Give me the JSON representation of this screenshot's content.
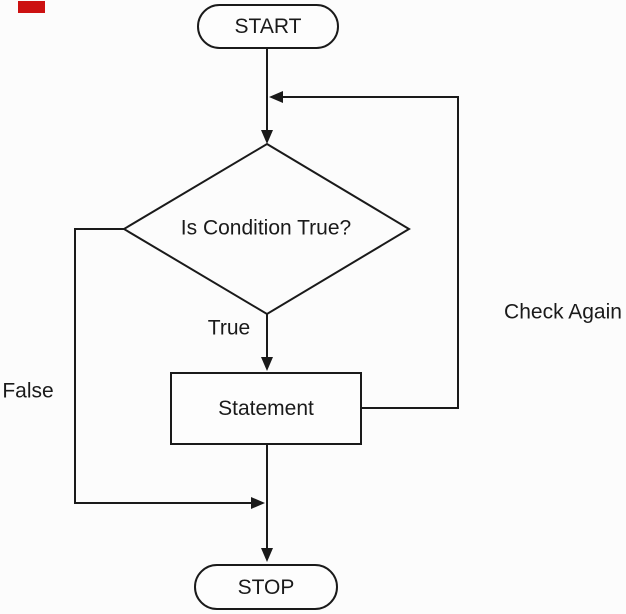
{
  "diagram": {
    "type": "flowchart",
    "nodes": {
      "start": {
        "label": "START",
        "shape": "terminator"
      },
      "decision": {
        "label": "Is Condition True?",
        "shape": "diamond"
      },
      "process": {
        "label": "Statement",
        "shape": "rectangle"
      },
      "stop": {
        "label": "STOP",
        "shape": "terminator"
      }
    },
    "edge_labels": {
      "true_branch": "True",
      "false_branch": "False",
      "loop_back": "Check Again"
    },
    "edges": [
      {
        "from": "start",
        "to": "decision",
        "label": ""
      },
      {
        "from": "decision",
        "to": "process",
        "label": "True"
      },
      {
        "from": "process",
        "to": "decision",
        "label": "Check Again"
      },
      {
        "from": "decision",
        "to": "stop",
        "label": "False"
      },
      {
        "from": "process",
        "to": "stop",
        "label": ""
      }
    ]
  },
  "colors": {
    "background": "#fcfcfc",
    "line": "#1a1a1a",
    "text": "#1a1a1a",
    "node_fill": "#fdfdfd",
    "corner_mark": "#cc1111"
  }
}
